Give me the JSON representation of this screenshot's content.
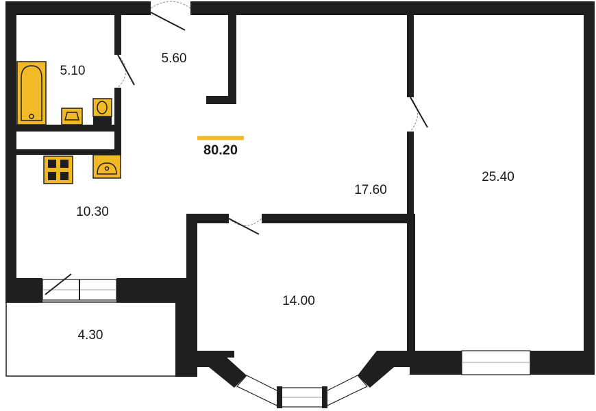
{
  "plan": {
    "total_area": "80.20",
    "accent_color": "#f2b927",
    "wall_color": "#1f1f1f",
    "rooms": [
      {
        "id": "bathroom",
        "area": "5.10"
      },
      {
        "id": "hallway",
        "area": "5.60"
      },
      {
        "id": "kitchen",
        "area": "10.30"
      },
      {
        "id": "living-room",
        "area": "17.60"
      },
      {
        "id": "bedroom-large",
        "area": "25.40"
      },
      {
        "id": "bedroom",
        "area": "14.00"
      },
      {
        "id": "balcony",
        "area": "4.30"
      }
    ]
  }
}
